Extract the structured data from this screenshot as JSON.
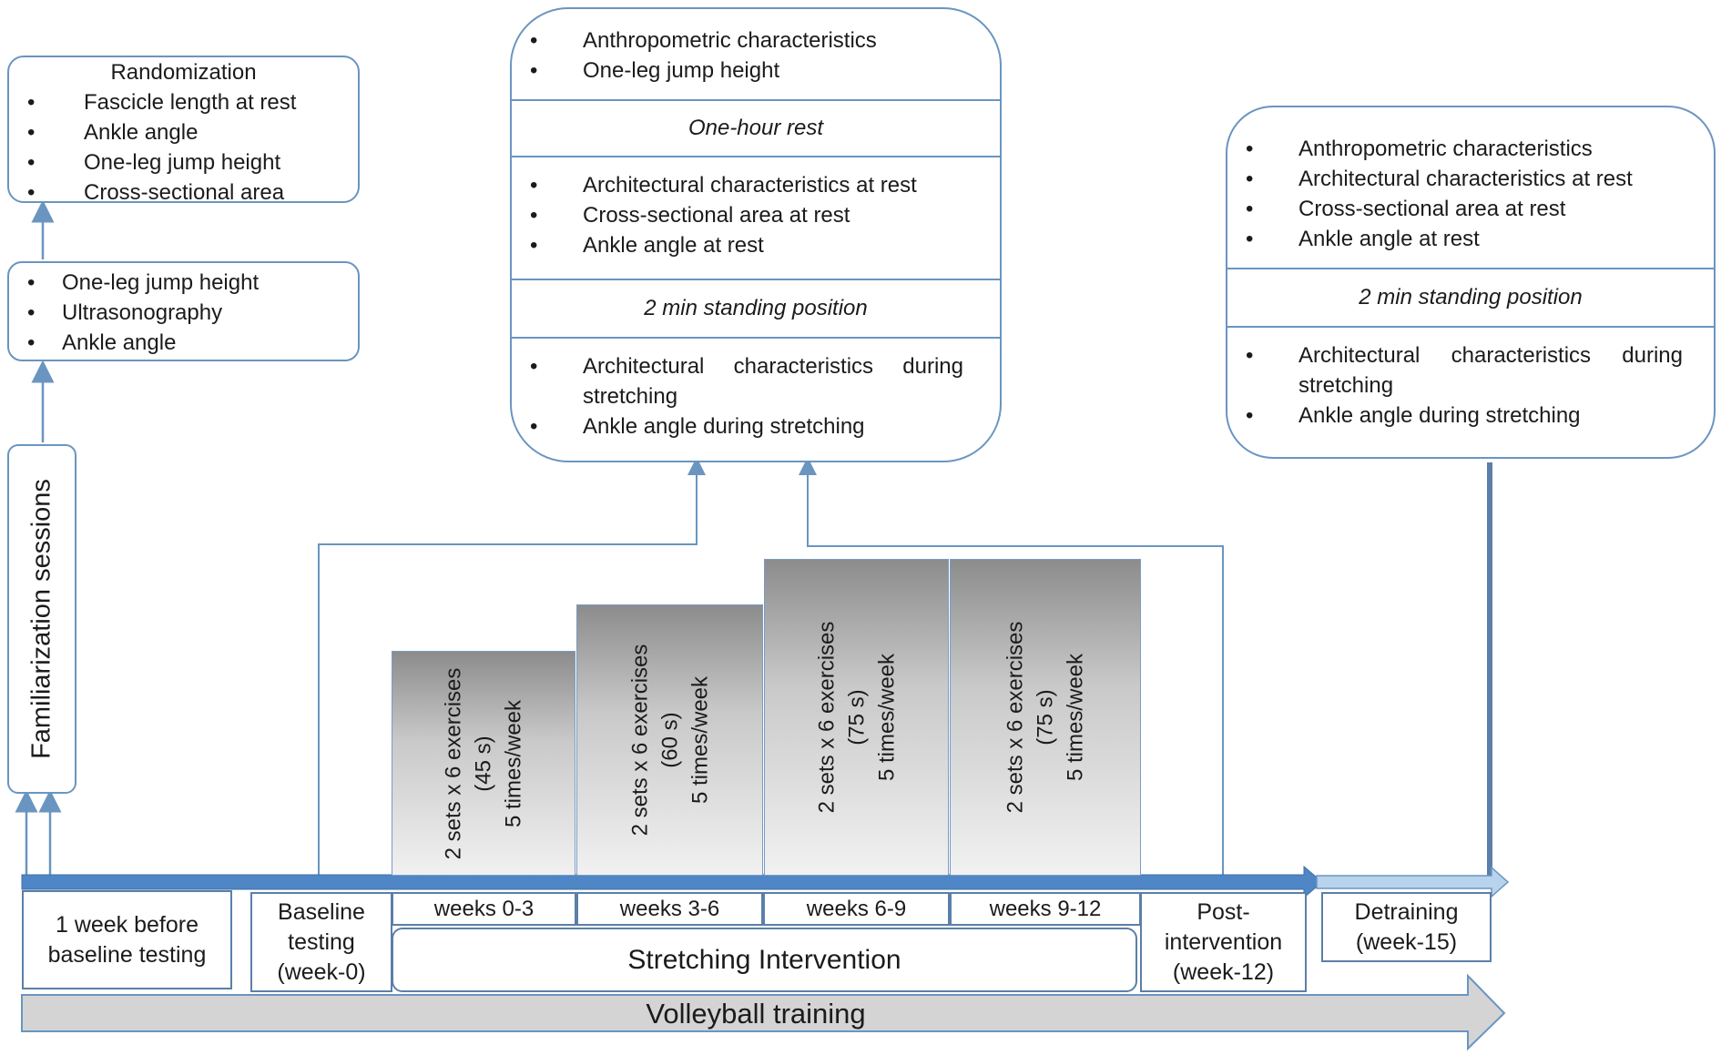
{
  "familiarization": {
    "label": "Familiarization sessions"
  },
  "pre_measures": {
    "items": [
      "One-leg jump height",
      "Ultrasonography",
      "Ankle angle"
    ]
  },
  "randomization": {
    "title": "Randomization",
    "items": [
      "Fascicle length at rest",
      "Ankle angle",
      "One-leg jump height",
      "Cross-sectional area"
    ]
  },
  "baseline_tests": {
    "section1": [
      "Anthropometric characteristics",
      "One-leg jump height"
    ],
    "rest": "One-hour rest",
    "section2": [
      "Architectural characteristics  at rest",
      "Cross-sectional area at rest",
      "Ankle angle at rest"
    ],
    "standing": "2 min standing position",
    "section3": [
      "Architectural characteristics during stretching",
      "Ankle angle during stretching"
    ]
  },
  "post_tests": {
    "section1": [
      "Anthropometric characteristics",
      "Architectural characteristics  at rest",
      "Cross-sectional area at rest",
      "Ankle angle at rest"
    ],
    "standing": "2 min standing position",
    "section2": [
      "Architectural characteristics during stretching",
      "Ankle angle during stretching"
    ]
  },
  "stretching_blocks": [
    {
      "lines": [
        "2 sets x 6 exercises",
        "(45 s)",
        "5 times/week"
      ],
      "weeks": "weeks 0-3"
    },
    {
      "lines": [
        "2 sets x 6 exercises",
        "(60 s)",
        "5 times/week"
      ],
      "weeks": "weeks 3-6"
    },
    {
      "lines": [
        "2 sets x 6 exercises",
        "(75 s)",
        "5 times/week"
      ],
      "weeks": "weeks 6-9"
    },
    {
      "lines": [
        "2 sets x 6 exercises",
        "(75 s)",
        "5 times/week"
      ],
      "weeks": "weeks 9-12"
    }
  ],
  "timeline": {
    "week_before": "1 week before baseline testing",
    "baseline": [
      "Baseline",
      "testing",
      "(week-0)"
    ],
    "intervention": "Stretching Intervention",
    "post": [
      "Post-",
      "intervention",
      "(week-12)"
    ],
    "detraining": [
      "Detraining",
      "(week-15)"
    ],
    "volleyball": "Volleyball training"
  },
  "colors": {
    "box_border": "#6a95c0",
    "arrow_main": "#4f86c6",
    "arrow_light": "#b8d3ee",
    "volleyball": "#d4d4d4"
  }
}
